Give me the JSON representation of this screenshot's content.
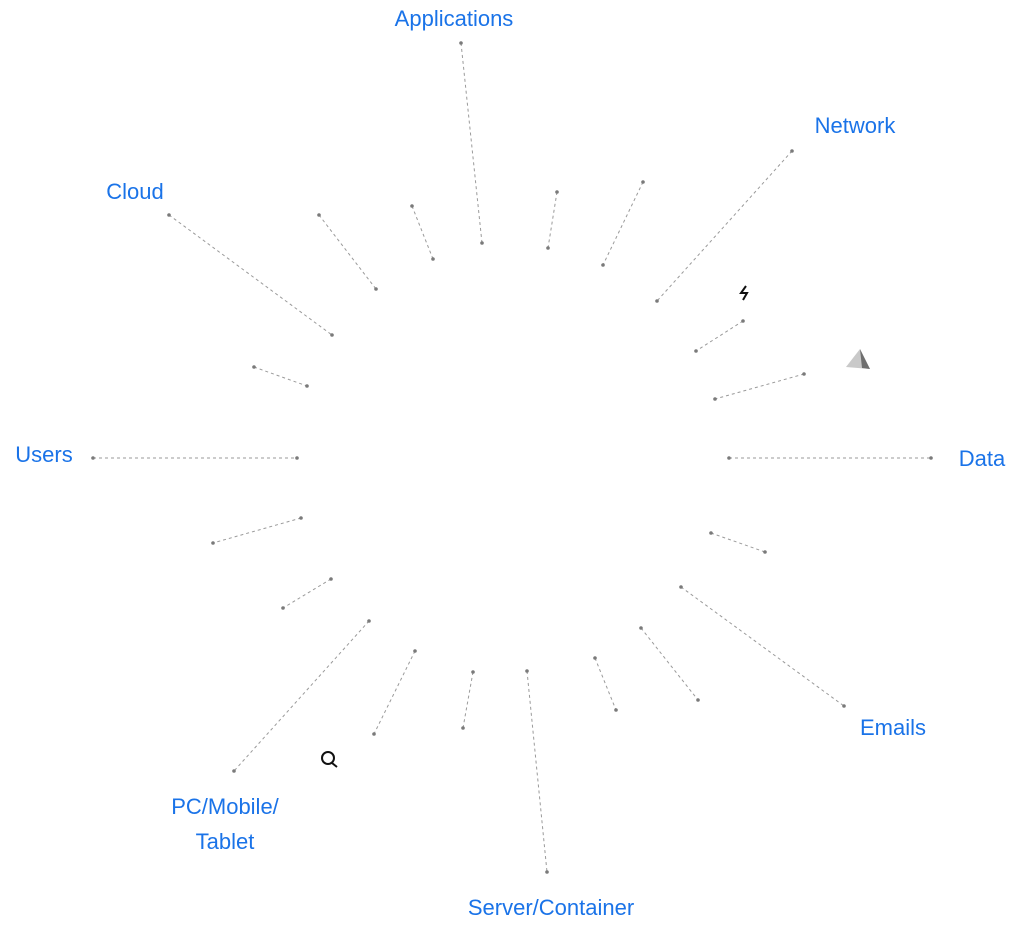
{
  "colors": {
    "label": "#1a73e8",
    "connector": "#9a9a9a",
    "endpoint": "#7a7a7a"
  },
  "labels": {
    "applications": "Applications",
    "network": "Network",
    "cloud": "Cloud",
    "users": "Users",
    "data": "Data",
    "emails": "Emails",
    "pc_line1": "PC/Mobile/",
    "pc_line2": "Tablet",
    "server_container": "Server/Container"
  },
  "icons": [
    "lightning-icon",
    "paper-plane-icon",
    "magnifier-icon"
  ]
}
